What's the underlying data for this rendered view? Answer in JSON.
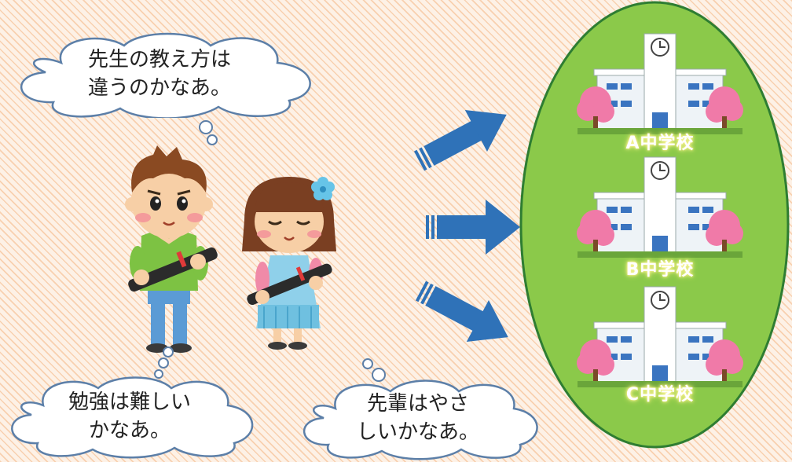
{
  "bubbles": {
    "teacher_thought": [
      "先生の教え方は",
      "違うのかなあ。"
    ],
    "study_thought": [
      "勉強は難しい",
      "かなあ。"
    ],
    "senpai_thought": [
      "先輩はやさ",
      "しいかなあ。"
    ]
  },
  "schools": [
    {
      "label": "A中学校"
    },
    {
      "label": "B中学校"
    },
    {
      "label": "C中学校"
    }
  ],
  "colors": {
    "oval_fill": "#8bc94a",
    "oval_stroke": "#2e7d32",
    "arrow": "#2f72b8",
    "background": "#fdf1e6",
    "stripe": "#f4b482"
  },
  "icons": [
    "thought-cloud-icon",
    "boy-illustration",
    "girl-illustration",
    "arrow-icon",
    "school-building-icon",
    "cherry-tree-icon"
  ]
}
